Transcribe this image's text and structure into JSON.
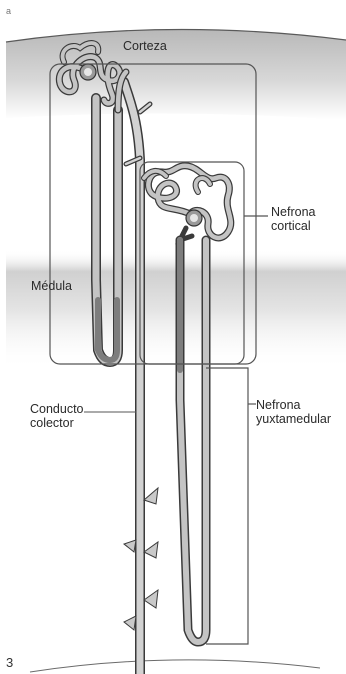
{
  "labels": {
    "corteza": "Corteza",
    "medula": "Médula",
    "conducto_line1": "Conducto",
    "conducto_line2": "colector",
    "nefrona_cortical_line1": "Nefrona",
    "nefrona_cortical_line2": "cortical",
    "nefrona_yuxtamedular_line1": "Nefrona",
    "nefrona_yuxtamedular_line2": "yuxtamedular",
    "figure_number": "3",
    "corner_mark": "a"
  },
  "colors": {
    "cortex_shade": "#bdbdbd",
    "medulla_shade": "#d6d6d6",
    "tubule_dark": "#7d7d7d",
    "tubule_light": "#c4c4c4",
    "outline": "#3a3a3a",
    "bracket": "#555555"
  }
}
